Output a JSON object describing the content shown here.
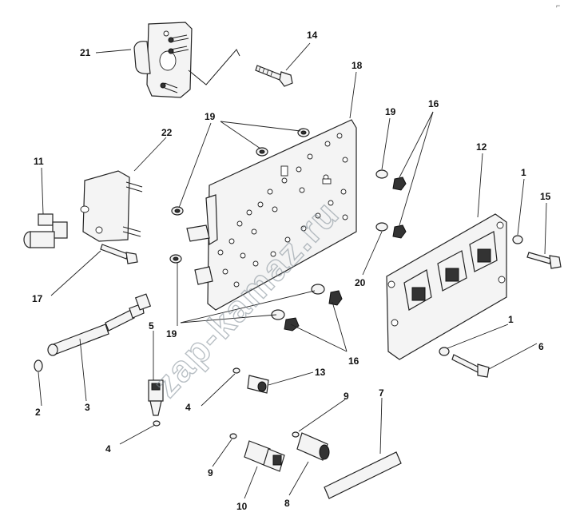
{
  "diagram": {
    "corner_mark": "⌐",
    "watermark": "zap-kamaz.ru",
    "callouts": [
      {
        "id": "c21",
        "text": "21"
      },
      {
        "id": "c14",
        "text": "14"
      },
      {
        "id": "c18",
        "text": "18"
      },
      {
        "id": "c19a",
        "text": "19"
      },
      {
        "id": "c19b",
        "text": "19"
      },
      {
        "id": "c19c",
        "text": "19"
      },
      {
        "id": "c16a",
        "text": "16"
      },
      {
        "id": "c16b",
        "text": "16"
      },
      {
        "id": "c22",
        "text": "22"
      },
      {
        "id": "c11",
        "text": "11"
      },
      {
        "id": "c12",
        "text": "12"
      },
      {
        "id": "c1a",
        "text": "1"
      },
      {
        "id": "c1b",
        "text": "1"
      },
      {
        "id": "c15",
        "text": "15"
      },
      {
        "id": "c17",
        "text": "17"
      },
      {
        "id": "c20",
        "text": "20"
      },
      {
        "id": "c5",
        "text": "5"
      },
      {
        "id": "c2",
        "text": "2"
      },
      {
        "id": "c3",
        "text": "3"
      },
      {
        "id": "c4a",
        "text": "4"
      },
      {
        "id": "c4b",
        "text": "4"
      },
      {
        "id": "c13",
        "text": "13"
      },
      {
        "id": "c6",
        "text": "6"
      },
      {
        "id": "c9a",
        "text": "9"
      },
      {
        "id": "c9b",
        "text": "9"
      },
      {
        "id": "c7",
        "text": "7"
      },
      {
        "id": "c10",
        "text": "10"
      },
      {
        "id": "c8",
        "text": "8"
      }
    ]
  }
}
